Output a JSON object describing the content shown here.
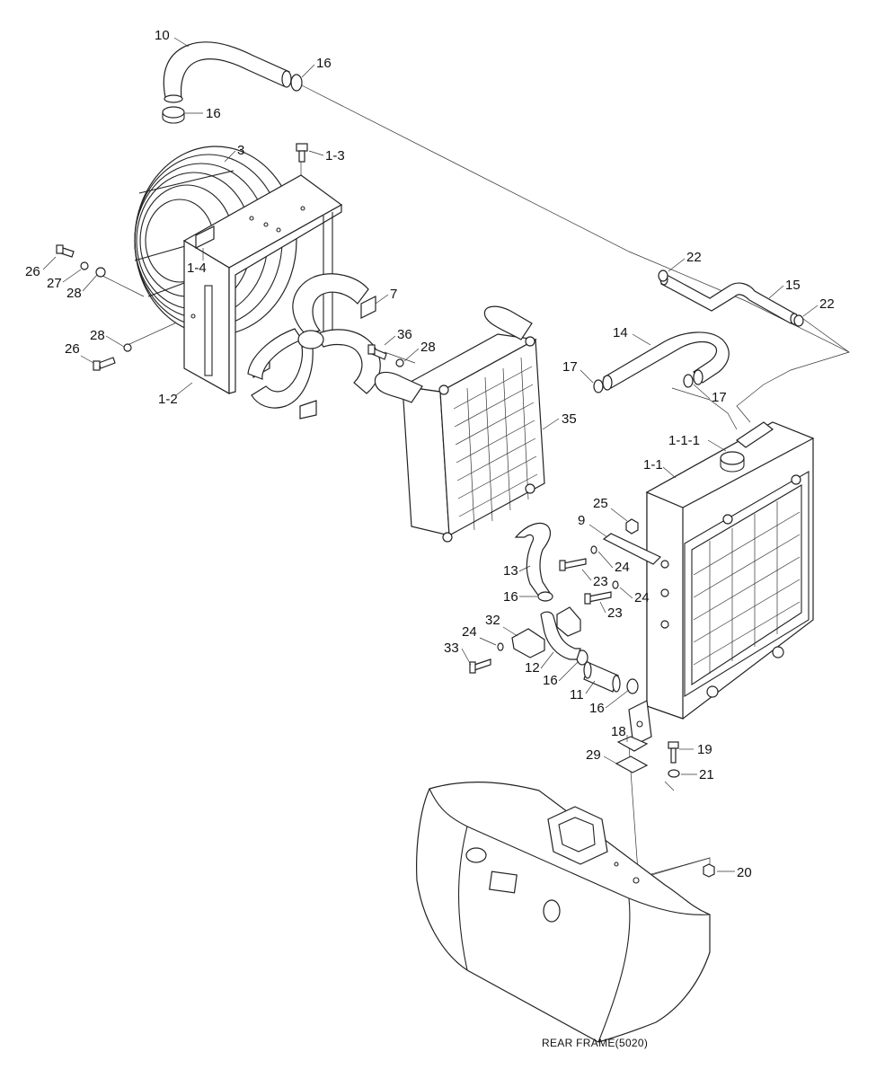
{
  "caption": "REAR FRAME(5020)",
  "callouts": [
    {
      "id": "c-10",
      "label": "10"
    },
    {
      "id": "c-16a",
      "label": "16"
    },
    {
      "id": "c-16b",
      "label": "16"
    },
    {
      "id": "c-3",
      "label": "3"
    },
    {
      "id": "c-1-3",
      "label": "1-3"
    },
    {
      "id": "c-26a",
      "label": "26"
    },
    {
      "id": "c-27",
      "label": "27"
    },
    {
      "id": "c-28a",
      "label": "28"
    },
    {
      "id": "c-1-4",
      "label": "1-4"
    },
    {
      "id": "c-7",
      "label": "7"
    },
    {
      "id": "c-28b",
      "label": "28"
    },
    {
      "id": "c-26b",
      "label": "26"
    },
    {
      "id": "c-1-2",
      "label": "1-2"
    },
    {
      "id": "c-36",
      "label": "36"
    },
    {
      "id": "c-28c",
      "label": "28"
    },
    {
      "id": "c-35",
      "label": "35"
    },
    {
      "id": "c-22a",
      "label": "22"
    },
    {
      "id": "c-15",
      "label": "15"
    },
    {
      "id": "c-22b",
      "label": "22"
    },
    {
      "id": "c-14",
      "label": "14"
    },
    {
      "id": "c-17a",
      "label": "17"
    },
    {
      "id": "c-17b",
      "label": "17"
    },
    {
      "id": "c-1-1-1",
      "label": "1-1-1"
    },
    {
      "id": "c-1-1",
      "label": "1-1"
    },
    {
      "id": "c-25",
      "label": "25"
    },
    {
      "id": "c-9",
      "label": "9"
    },
    {
      "id": "c-24a",
      "label": "24"
    },
    {
      "id": "c-23a",
      "label": "23"
    },
    {
      "id": "c-24b",
      "label": "24"
    },
    {
      "id": "c-13",
      "label": "13"
    },
    {
      "id": "c-16c",
      "label": "16"
    },
    {
      "id": "c-23b",
      "label": "23"
    },
    {
      "id": "c-32",
      "label": "32"
    },
    {
      "id": "c-24c",
      "label": "24"
    },
    {
      "id": "c-33",
      "label": "33"
    },
    {
      "id": "c-12",
      "label": "12"
    },
    {
      "id": "c-16d",
      "label": "16"
    },
    {
      "id": "c-11",
      "label": "11"
    },
    {
      "id": "c-16e",
      "label": "16"
    },
    {
      "id": "c-18",
      "label": "18"
    },
    {
      "id": "c-19",
      "label": "19"
    },
    {
      "id": "c-29",
      "label": "29"
    },
    {
      "id": "c-21",
      "label": "21"
    },
    {
      "id": "c-20",
      "label": "20"
    }
  ]
}
